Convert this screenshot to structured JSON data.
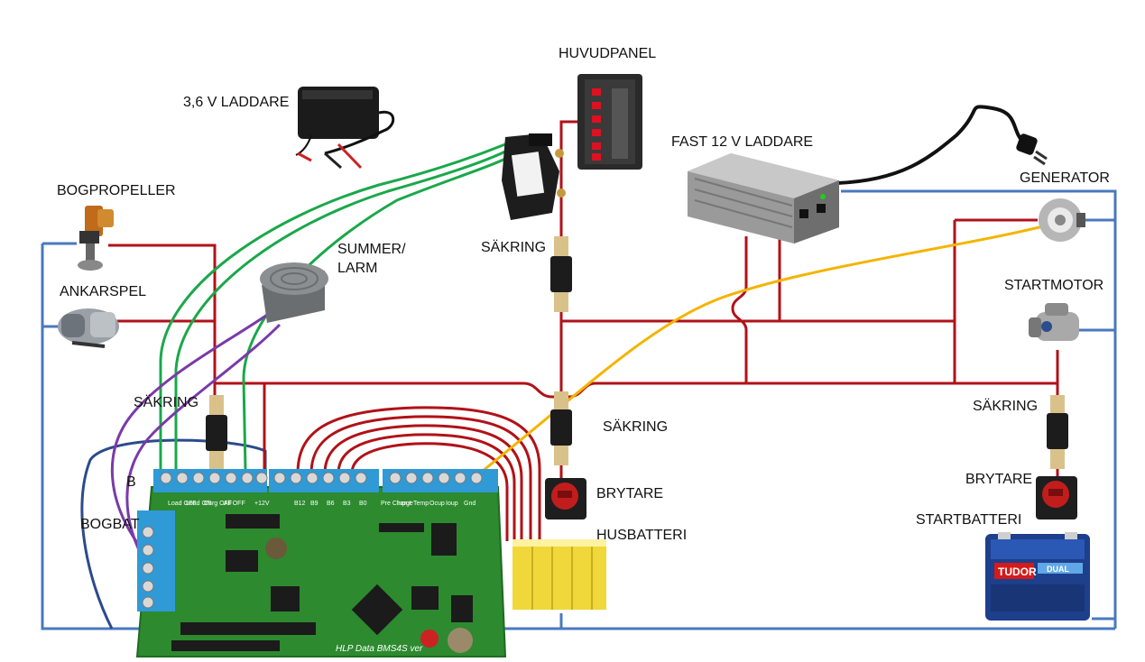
{
  "labels": {
    "huvudpanel": "HUVUDPANEL",
    "laddare36": "3,6 V LADDARE",
    "fast_laddare": "FAST 12 V LADDARE",
    "generator": "GENERATOR",
    "bogpropeller": "BOGPROPELLER",
    "summer_line1": "SUMMER/",
    "summer_line2": "LARM",
    "ankarspel": "ANKARSPEL",
    "startmotor": "STARTMOTOR",
    "sakring_top": "SÄKRING",
    "sakring_left": "SÄKRING",
    "sakring_mid": "SÄKRING",
    "sakring_right": "SÄKRING",
    "brytare_left": "BRYTARE",
    "brytare_right": "BRYTARE",
    "husbatteri": "HUSBATTERI",
    "startbatteri": "STARTBATTERI",
    "b_partial": "B",
    "bogbatteri_partial": "BOGBAT",
    "board_label": "HLP Data BMS4S ver",
    "battery_brand": "TUDOR",
    "battery_type": "DUAL"
  },
  "board_pins": [
    "Load OFF",
    "Load ON",
    "Chrg OFF",
    "All OFF",
    "+12V",
    "B12",
    "B9",
    "B6",
    "B3",
    "B0",
    "Pre Charge",
    "Input",
    "Temp",
    "Ocup",
    "Ioup",
    "Gnd"
  ],
  "colors": {
    "positive": "#b01218",
    "negative": "#4a78bf",
    "signal_green": "#1aa84a",
    "signal_purple": "#7a3aa8",
    "generator_wire": "#f4b400",
    "dark_blue": "#2b4b8c",
    "board_green": "#2d8a2f",
    "terminal_blue": "#2f9ad6"
  }
}
